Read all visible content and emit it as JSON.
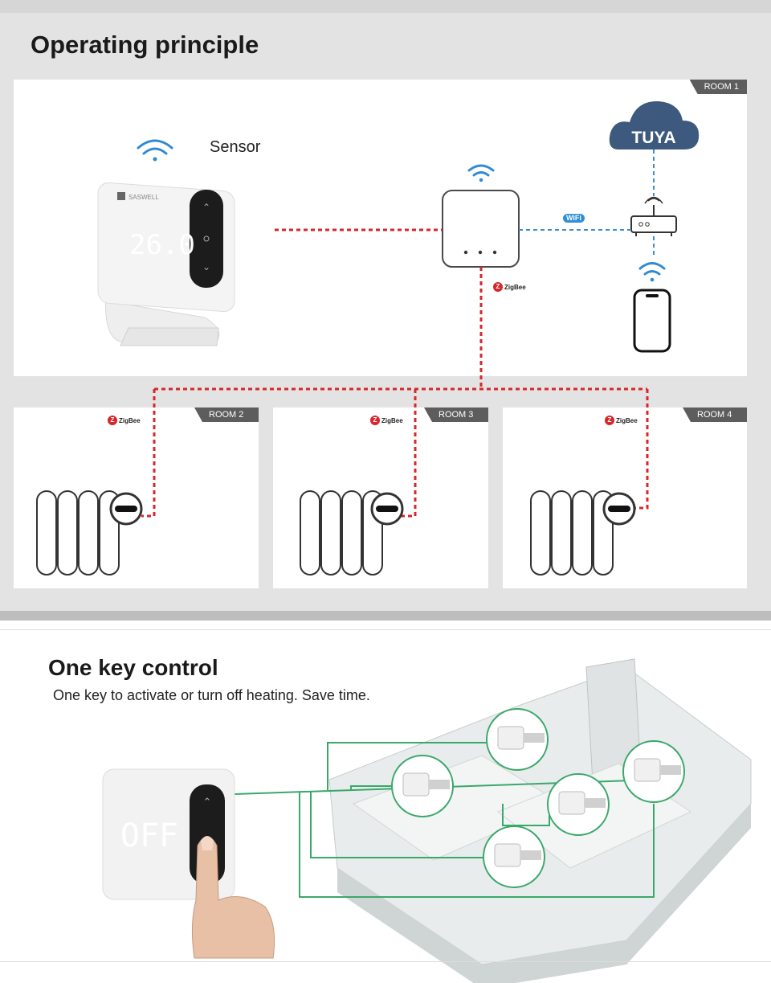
{
  "sections": {
    "operating": {
      "title": "Operating principle",
      "sensor_label": "Sensor",
      "thermostat_brand": "SASWELL",
      "thermostat_display": "26.0",
      "cloud_label": "TUYA",
      "wifi_tag": "WiFi",
      "zigbee_label": "ZigBee",
      "rooms": [
        "ROOM 1",
        "ROOM 2",
        "ROOM 3",
        "ROOM 4"
      ]
    },
    "one_key": {
      "title": "One key control",
      "subtitle": "One key to activate or turn off heating. Save time.",
      "device_display": "OFF"
    }
  },
  "colors": {
    "zigbee_link": "#d8262a",
    "wifi_link": "#3a8fd0",
    "cloud": "#3d5a7e",
    "control_line": "#3aa86b",
    "tag_bg": "#5d5d5d"
  },
  "icons": [
    "wifi-icon",
    "router-icon",
    "smartphone-icon",
    "radiator-icon",
    "trv-valve-icon",
    "cloud-icon",
    "zigbee-logo",
    "finger-icon"
  ]
}
